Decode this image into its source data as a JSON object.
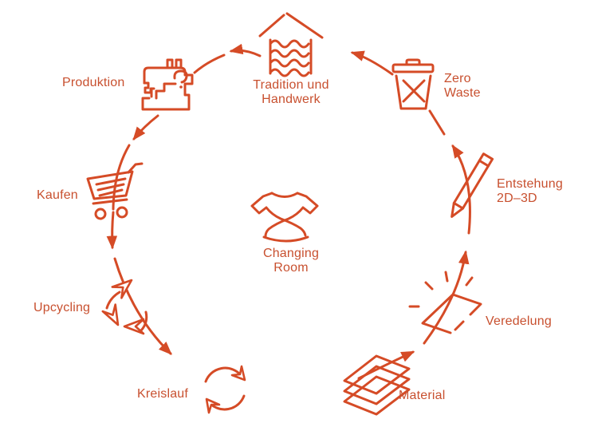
{
  "colors": {
    "accent": "#d54b26",
    "label": "#c8502f",
    "background": "#ffffff"
  },
  "diagram": {
    "type": "circular-cycle",
    "flow_direction": "counterclockwise",
    "center": {
      "label": "Changing Room",
      "lines": [
        "Changing",
        "Room"
      ],
      "icon": "tshirt-figure-icon"
    },
    "nodes": [
      {
        "id": "tradition",
        "label": "Tradition und Handwerk",
        "lines": [
          "Tradition und",
          "Handwerk"
        ],
        "icon": "roof-waves-icon",
        "position": "top-center"
      },
      {
        "id": "zero-waste",
        "label": "Zero Waste",
        "lines": [
          "Zero",
          "Waste"
        ],
        "icon": "trash-can-x-icon",
        "position": "top-right"
      },
      {
        "id": "entstehung",
        "label": "Entstehung 2D–3D",
        "lines": [
          "Entstehung",
          "2D–3D"
        ],
        "icon": "pencil-icon",
        "position": "right"
      },
      {
        "id": "veredelung",
        "label": "Veredelung",
        "lines": [
          "Veredelung"
        ],
        "icon": "shining-sheet-icon",
        "position": "bottom-right"
      },
      {
        "id": "material",
        "label": "Material",
        "lines": [
          "Material"
        ],
        "icon": "stacked-sheets-icon",
        "position": "bottom"
      },
      {
        "id": "kreislauf",
        "label": "Kreislauf",
        "lines": [
          "Kreislauf"
        ],
        "icon": "cycle-arrows-icon",
        "position": "bottom-center"
      },
      {
        "id": "upcycling",
        "label": "Upcycling",
        "lines": [
          "Upcycling"
        ],
        "icon": "recycle-arrows-icon",
        "position": "left-bottom"
      },
      {
        "id": "kaufen",
        "label": "Kaufen",
        "lines": [
          "Kaufen"
        ],
        "icon": "shopping-cart-icon",
        "position": "left"
      },
      {
        "id": "produktion",
        "label": "Produktion",
        "lines": [
          "Produktion"
        ],
        "icon": "sewing-machine-icon",
        "position": "top-left"
      }
    ],
    "arrows": [
      {
        "from": "Material",
        "to": "Veredelung"
      },
      {
        "from": "Veredelung",
        "to": "Entstehung 2D–3D"
      },
      {
        "from": "Entstehung 2D–3D",
        "to": "Zero Waste"
      },
      {
        "from": "Zero Waste",
        "to": "Tradition und Handwerk"
      },
      {
        "from": "Tradition und Handwerk",
        "to": "Produktion"
      },
      {
        "from": "Produktion",
        "to": "Kaufen"
      },
      {
        "from": "Kaufen",
        "to": "Upcycling"
      },
      {
        "from": "Upcycling",
        "to": "Kreislauf"
      }
    ]
  }
}
